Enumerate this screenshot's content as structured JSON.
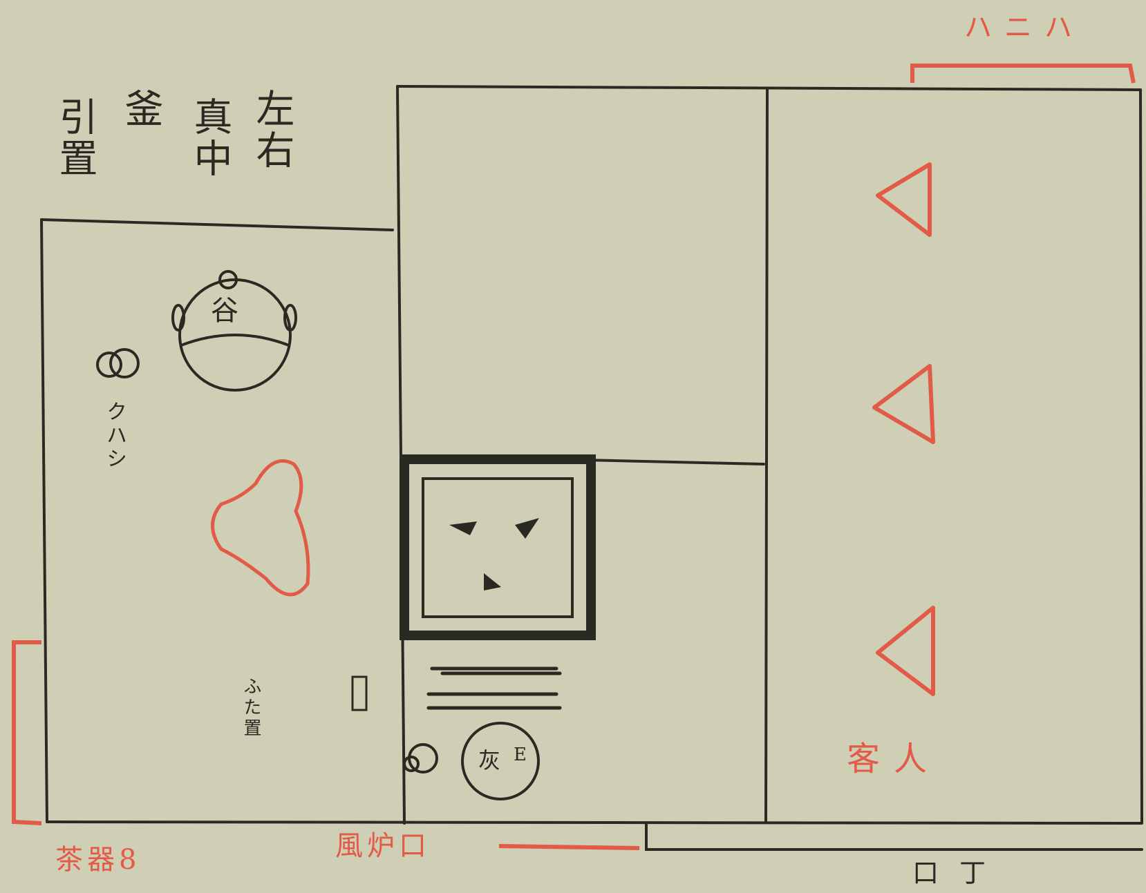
{
  "heading": {
    "col1": "左右",
    "col2": "真中",
    "col3": "釜",
    "col4": "引置"
  },
  "labels": {
    "kettle_glyph": "谷",
    "kunshi": "クハシ",
    "futaoki": "ふた置",
    "hi_glyph": "灰",
    "e_glyph": "E",
    "top_right_note": "ハニハ",
    "guest_seat": "客人",
    "bottom_left_note": "茶器8",
    "bottom_mid_note": "風炉口",
    "bottom_right_note": "口丁"
  },
  "colors": {
    "ink": "#2a2a22",
    "red": "#e25a48",
    "paper": "#cfcfb6"
  }
}
